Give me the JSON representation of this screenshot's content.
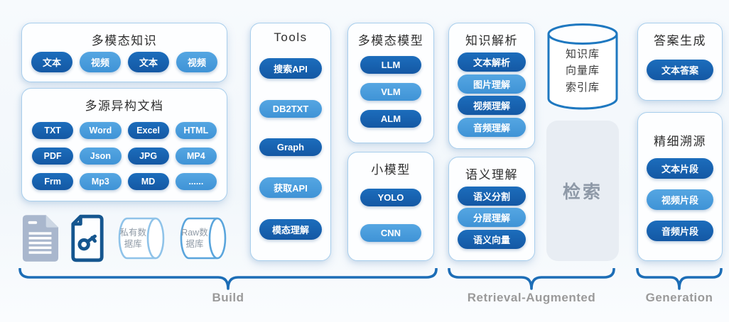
{
  "colors": {
    "pill_dark": "#1661B1",
    "pill_light": "#4A9CDD",
    "accent_blue": "#1C6DB6",
    "box_border": "#A8CEEC",
    "retrieval_bg": "#E8EDF3",
    "muted_text": "#8E99A7",
    "stage_label_gray": "#9A9A9A"
  },
  "left_column": {
    "multimodal_knowledge": {
      "title": "多模态知识",
      "pills": [
        {
          "label": "文本",
          "tone": "dark"
        },
        {
          "label": "视频",
          "tone": "light"
        },
        {
          "label": "文本",
          "tone": "dark"
        },
        {
          "label": "视频",
          "tone": "light"
        }
      ]
    },
    "multisource_docs": {
      "title": "多源异构文档",
      "pills": [
        {
          "label": "TXT",
          "tone": "dark"
        },
        {
          "label": "Word",
          "tone": "light"
        },
        {
          "label": "Excel",
          "tone": "dark"
        },
        {
          "label": "HTML",
          "tone": "light"
        },
        {
          "label": "PDF",
          "tone": "dark"
        },
        {
          "label": "Json",
          "tone": "light"
        },
        {
          "label": "JPG",
          "tone": "dark"
        },
        {
          "label": "MP4",
          "tone": "light"
        },
        {
          "label": "Frm",
          "tone": "dark"
        },
        {
          "label": "Mp3",
          "tone": "light"
        },
        {
          "label": "MD",
          "tone": "dark"
        },
        {
          "label": "......",
          "tone": "light"
        }
      ]
    },
    "data_sources": {
      "private_db": "私有数据库",
      "raw_db": "Raw数据库"
    }
  },
  "tools": {
    "title": "Tools",
    "pills": [
      {
        "label": "搜索API",
        "tone": "dark"
      },
      {
        "label": "DB2TXT",
        "tone": "light"
      },
      {
        "label": "Graph",
        "tone": "dark"
      },
      {
        "label": "获取API",
        "tone": "light"
      },
      {
        "label": "模态理解",
        "tone": "dark"
      }
    ]
  },
  "models": {
    "multimodal_models": {
      "title": "多模态模型",
      "pills": [
        {
          "label": "LLM",
          "tone": "dark"
        },
        {
          "label": "VLM",
          "tone": "light"
        },
        {
          "label": "ALM",
          "tone": "dark"
        }
      ]
    },
    "small_models": {
      "title": "小模型",
      "pills": [
        {
          "label": "YOLO",
          "tone": "dark"
        },
        {
          "label": "CNN",
          "tone": "light"
        }
      ]
    }
  },
  "understanding": {
    "knowledge_parsing": {
      "title": "知识解析",
      "pills": [
        {
          "label": "文本解析",
          "tone": "dark"
        },
        {
          "label": "图片理解",
          "tone": "light"
        },
        {
          "label": "视频理解",
          "tone": "dark"
        },
        {
          "label": "音频理解",
          "tone": "light"
        }
      ]
    },
    "semantic_understanding": {
      "title": "语义理解",
      "pills": [
        {
          "label": "语义分割",
          "tone": "dark"
        },
        {
          "label": "分层理解",
          "tone": "light"
        },
        {
          "label": "语义向量",
          "tone": "dark"
        }
      ]
    }
  },
  "storage": {
    "knowledge_store": "知识库\n向量库\n索引库",
    "retrieval": "检索"
  },
  "generation_column": {
    "answer_generation": {
      "title": "答案生成",
      "pills": [
        {
          "label": "文本答案",
          "tone": "dark"
        }
      ]
    },
    "fine_grained_tracing": {
      "title": "精细溯源",
      "pills": [
        {
          "label": "文本片段",
          "tone": "dark"
        },
        {
          "label": "视频片段",
          "tone": "light"
        },
        {
          "label": "音频片段",
          "tone": "dark"
        }
      ]
    }
  },
  "stage_labels": {
    "build": "Build",
    "retrieval_augmented": "Retrieval-Augmented",
    "generation": "Generation"
  }
}
